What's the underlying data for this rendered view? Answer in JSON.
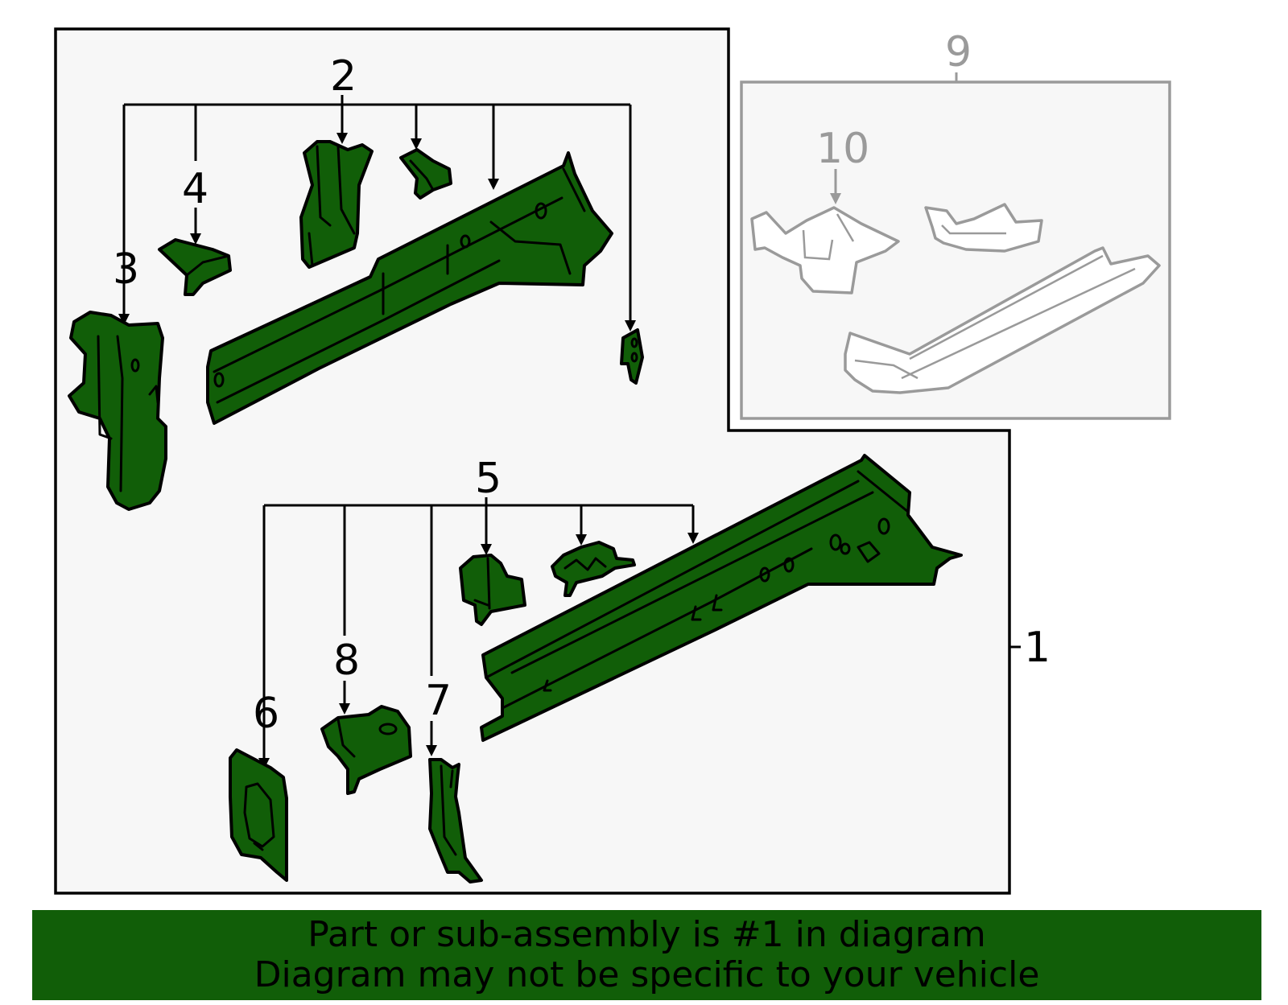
{
  "callouts": {
    "c1": "1",
    "c2": "2",
    "c3": "3",
    "c4": "4",
    "c5": "5",
    "c6": "6",
    "c7": "7",
    "c8": "8",
    "c9": "9",
    "c10": "10"
  },
  "colors": {
    "highlight_part": "#115e08",
    "not_included_part": "#9a9a9a",
    "panel_background": "#f7f7f7"
  },
  "banner": {
    "line1": "Part or sub-assembly is #1 in diagram",
    "line2": "Diagram may not be specific to your vehicle"
  }
}
